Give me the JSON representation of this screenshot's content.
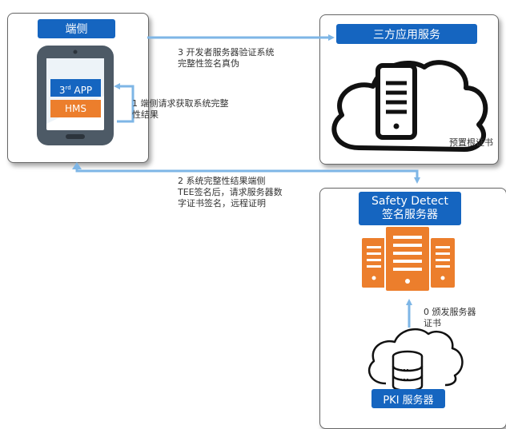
{
  "device": {
    "title": "端侧",
    "app_label_base": "3",
    "app_label_sup": "rd",
    "app_label_rest": " APP",
    "hms_label": "HMS"
  },
  "third_party": {
    "title": "三方应用服务",
    "cert_label": "预置根证书"
  },
  "safety_detect": {
    "title_line1": "Safety Detect",
    "title_line2": "签名服务器"
  },
  "pki": {
    "title": "PKI 服务器"
  },
  "steps": {
    "step0_line1": "0 颁发服务器",
    "step0_line2": "证书",
    "step1_line1": "1  端侧请求获取系统完整",
    "step1_line2": "性结果",
    "step2_line1": "2  系统完整性结果端侧",
    "step2_line2": "TEE签名后，请求服务器数",
    "step2_line3": "字证书签名，远程证明",
    "step3_line1": "3  开发者服务器验证系统",
    "step3_line2": "完整性签名真伪"
  },
  "colors": {
    "blue": "#1565c0",
    "orange": "#ec7e2c",
    "arrow": "#7eb6e6",
    "phone": "#4d5a66"
  }
}
